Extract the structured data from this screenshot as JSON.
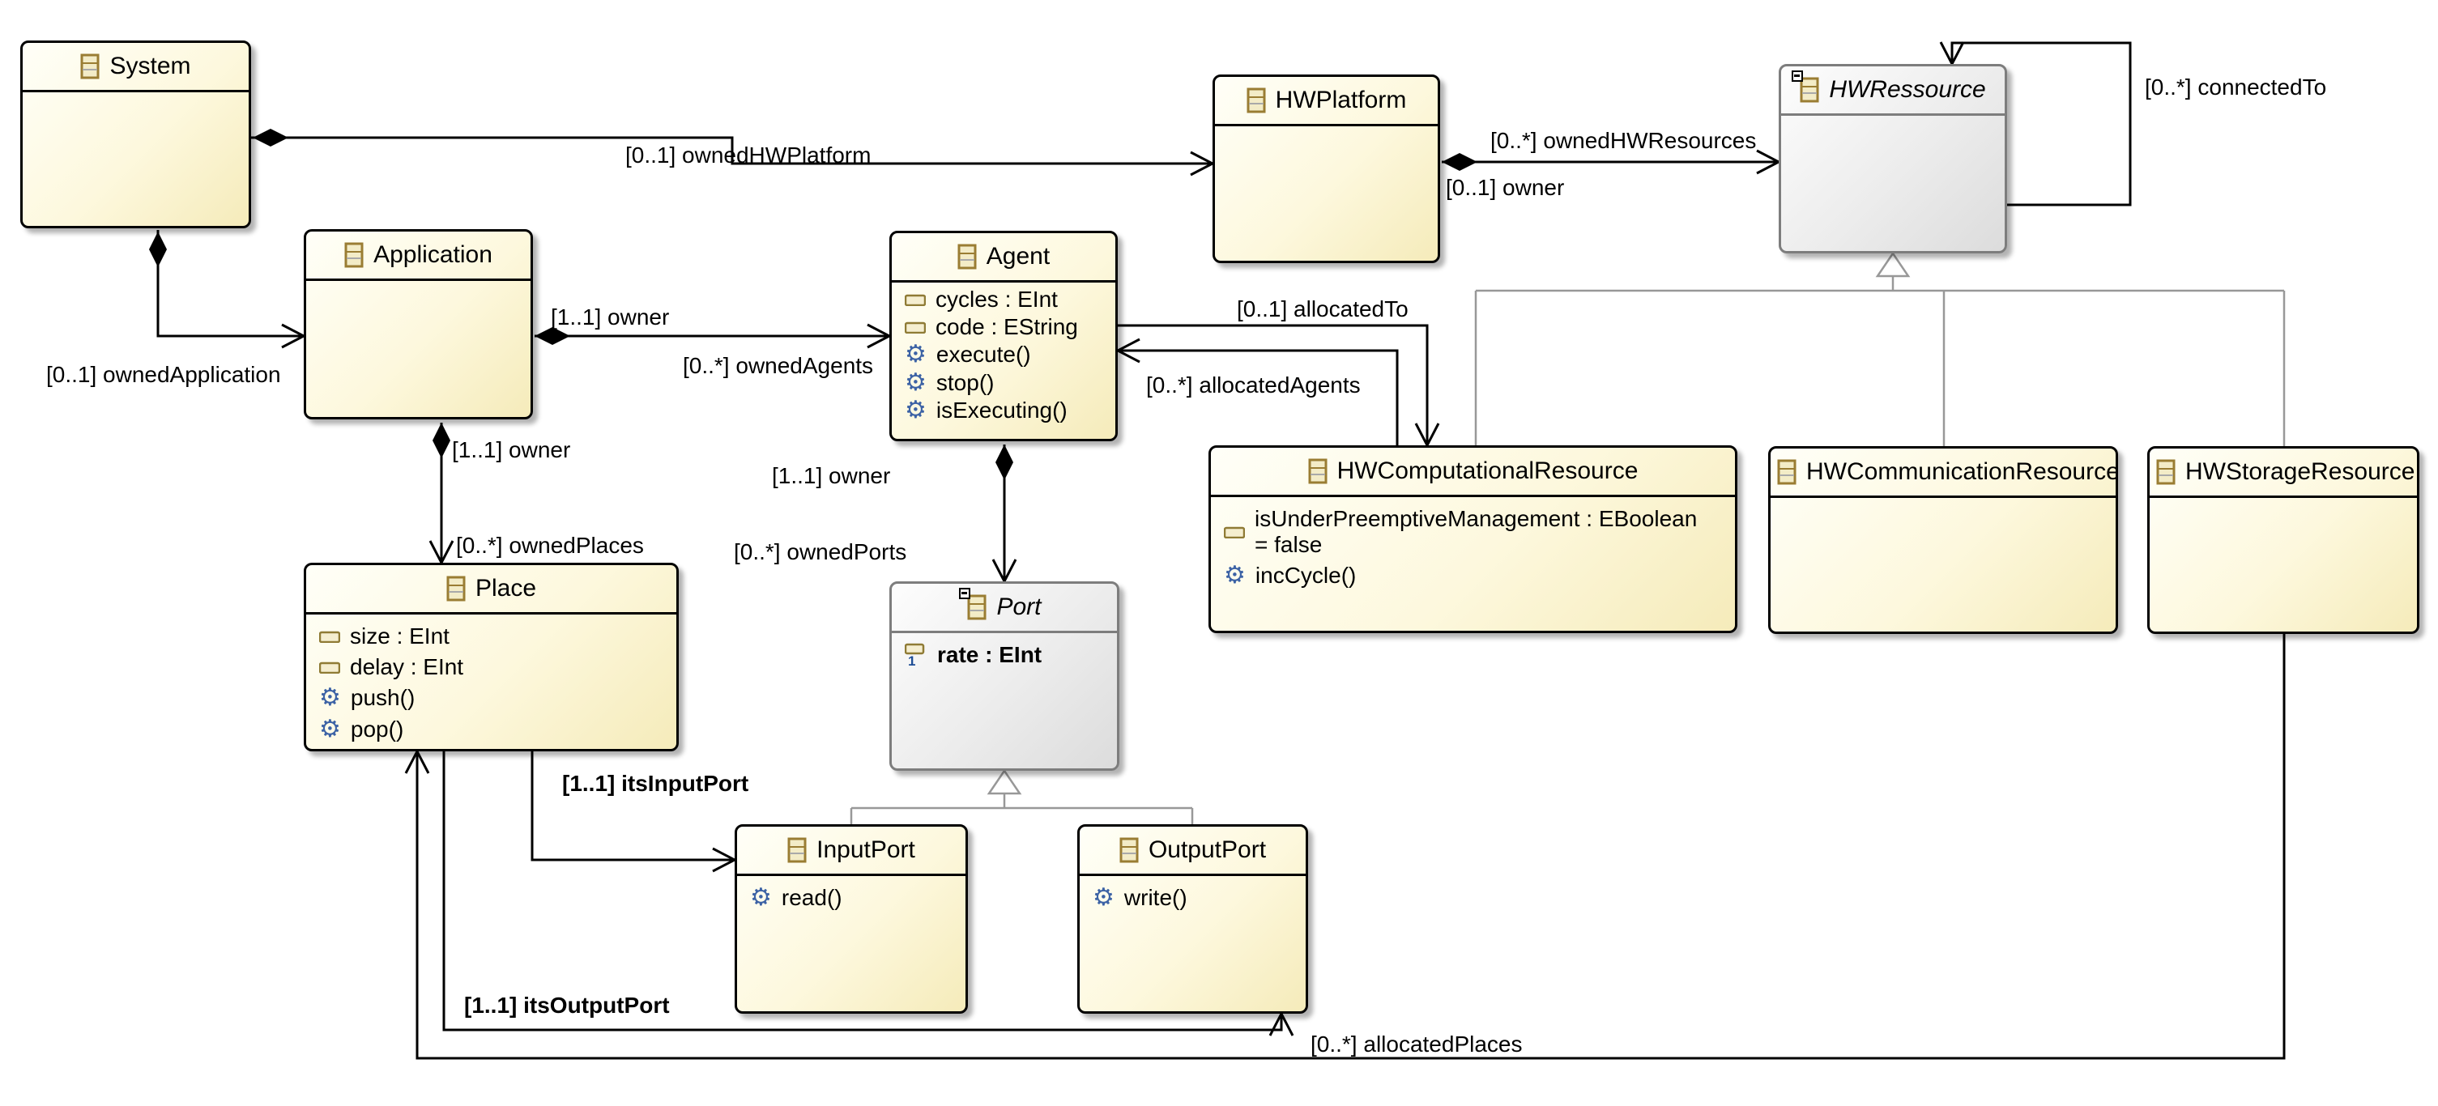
{
  "diagram": {
    "classes": {
      "system": {
        "name": "System"
      },
      "application": {
        "name": "Application"
      },
      "agent": {
        "name": "Agent",
        "attributes": [
          "cycles : EInt",
          "code : EString"
        ],
        "operations": [
          "execute()",
          "stop()",
          "isExecuting()"
        ]
      },
      "hwplatform": {
        "name": "HWPlatform"
      },
      "hwressource": {
        "name": "HWRessource",
        "abstract": true
      },
      "hwcomputational": {
        "name": "HWComputationalResource",
        "attributes": [
          "isUnderPreemptiveManagement : EBoolean = false"
        ],
        "operations": [
          "incCycle()"
        ]
      },
      "hwcommunication": {
        "name": "HWCommunicationResource"
      },
      "hwstorage": {
        "name": "HWStorageResource"
      },
      "place": {
        "name": "Place",
        "attributes": [
          "size : EInt",
          "delay : EInt"
        ],
        "operations": [
          "push()",
          "pop()"
        ]
      },
      "port": {
        "name": "Port",
        "abstract": true,
        "attributes": [
          "rate : EInt"
        ]
      },
      "inputport": {
        "name": "InputPort",
        "operations": [
          "read()"
        ]
      },
      "outputport": {
        "name": "OutputPort",
        "operations": [
          "write()"
        ]
      }
    },
    "edge_labels": {
      "ownedHWPlatform": "[0..1] ownedHWPlatform",
      "ownedHWResources": "[0..*] ownedHWResources",
      "hwOwner": "[0..1] owner",
      "connectedTo": "[0..*] connectedTo",
      "ownedApplication": "[0..1] ownedApplication",
      "appOwner": "[1..1] owner",
      "ownedAgents": "[0..*] ownedAgents",
      "allocatedTo": "[0..1] allocatedTo",
      "allocatedAgents": "[0..*] allocatedAgents",
      "placeOwner": "[1..1] owner",
      "ownedPlaces": "[0..*] ownedPlaces",
      "portOwner": "[1..1] owner",
      "ownedPorts": "[0..*] ownedPorts",
      "itsInputPort": "[1..1] itsInputPort",
      "itsOutputPort": "[1..1] itsOutputPort",
      "allocatedPlaces": "[0..*] allocatedPlaces"
    },
    "colors": {
      "edge": "#000000",
      "generalization": "#989898",
      "class_border": "#000000",
      "abstract_border": "#7d7d7d",
      "class_fill": "#f9f1cd",
      "abstract_fill": "#e8e8e8",
      "attribute_icon": "#8f7b35",
      "operation_icon": "#3c62a5"
    }
  }
}
